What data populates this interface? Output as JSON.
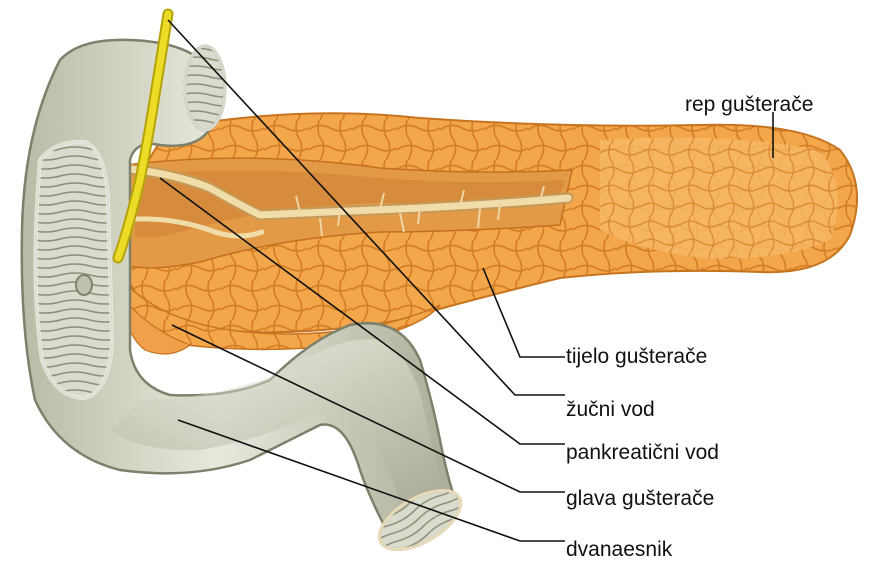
{
  "labels": {
    "tail": "rep gušterače",
    "body": "tijelo gušterače",
    "bile_duct": "žučni vod",
    "pancreatic_duct": "pankreatični vod",
    "head": "glava gušterače",
    "duodenum": "dvanaesnik"
  },
  "colors": {
    "pancreas": "#f2a84a",
    "pancreas_dark": "#d9822a",
    "pancreas_outline": "#c06f1c",
    "duct": "#efd6a2",
    "bile": "#e6d51e",
    "duodenum": "#c9cbb8",
    "duodenum_light": "#e4e5d8",
    "duodenum_dark": "#9c9e8a",
    "leader": "#111111"
  }
}
